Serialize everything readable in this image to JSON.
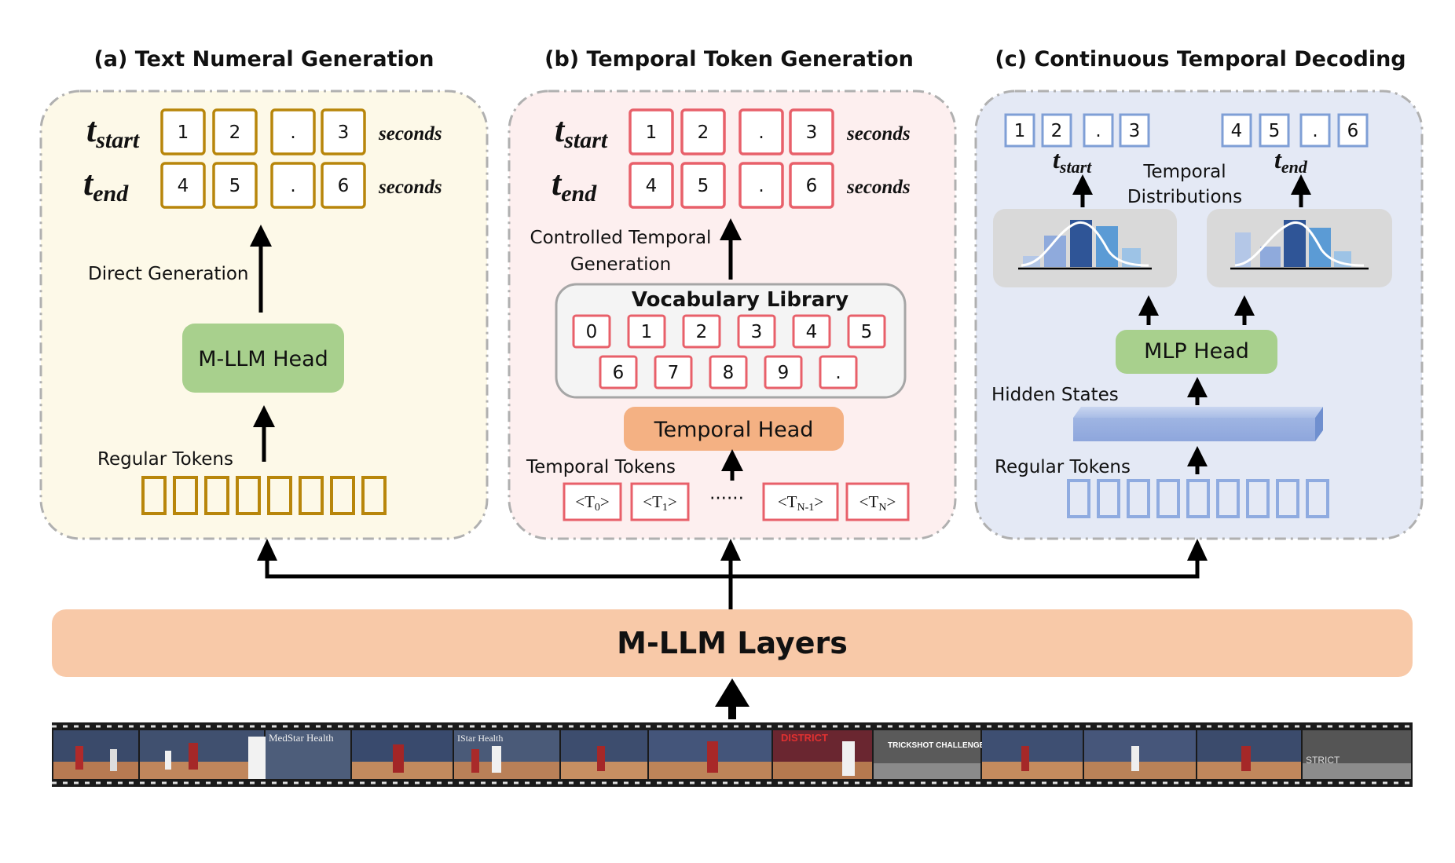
{
  "panels": {
    "a": {
      "title": "(a) Text Numeral Generation",
      "t_start_digits": [
        "1",
        "2",
        ".",
        "3"
      ],
      "t_end_digits": [
        "4",
        "5",
        ".",
        "6"
      ],
      "seconds": "seconds",
      "direct_generation": "Direct Generation",
      "head": "M-LLM Head",
      "regular_tokens": "Regular Tokens",
      "colors": {
        "bg": "#fdf9e8",
        "box": "#b8860b",
        "head": "#a8d08d"
      }
    },
    "b": {
      "title": "(b) Temporal Token Generation",
      "t_start_digits": [
        "1",
        "2",
        ".",
        "3"
      ],
      "t_end_digits": [
        "4",
        "5",
        ".",
        "6"
      ],
      "seconds": "seconds",
      "controlled_line1": "Controlled Temporal",
      "controlled_line2": "Generation",
      "vocab_title": "Vocabulary Library",
      "vocab_row1": [
        "0",
        "1",
        "2",
        "3",
        "4",
        "5"
      ],
      "vocab_row2": [
        "6",
        "7",
        "8",
        "9",
        "."
      ],
      "head": "Temporal Head",
      "temporal_tokens": "Temporal Tokens",
      "ellipsis": "······",
      "colors": {
        "bg": "#fdefef",
        "box": "#e8606a",
        "head": "#f4b183"
      }
    },
    "c": {
      "title": "(c) Continuous Temporal Decoding",
      "start_digits": [
        "1",
        "2",
        ".",
        "3"
      ],
      "end_digits": [
        "4",
        "5",
        ".",
        "6"
      ],
      "distributions_line1": "Temporal",
      "distributions_line2": "Distributions",
      "head": "MLP Head",
      "hidden_states": "Hidden States",
      "regular_tokens": "Regular Tokens",
      "colors": {
        "bg": "#e4e9f5",
        "box": "#7f9fd6",
        "head": "#a8d08d"
      }
    }
  },
  "tvars": {
    "t": "t",
    "start": "start",
    "end": "end"
  },
  "tokens": {
    "lt": "<T",
    "gt": ">",
    "sub0": "0",
    "sub1": "1",
    "subN1": "N-1",
    "subN": "N"
  },
  "backbone": {
    "label": "M-LLM Layers",
    "color": "#f8c9a8"
  },
  "film": {
    "captions": [
      "MedStar Health",
      "IStar Health",
      "DISTRICT",
      "TRICKSHOT CHALLENGE",
      "STRICT"
    ]
  }
}
